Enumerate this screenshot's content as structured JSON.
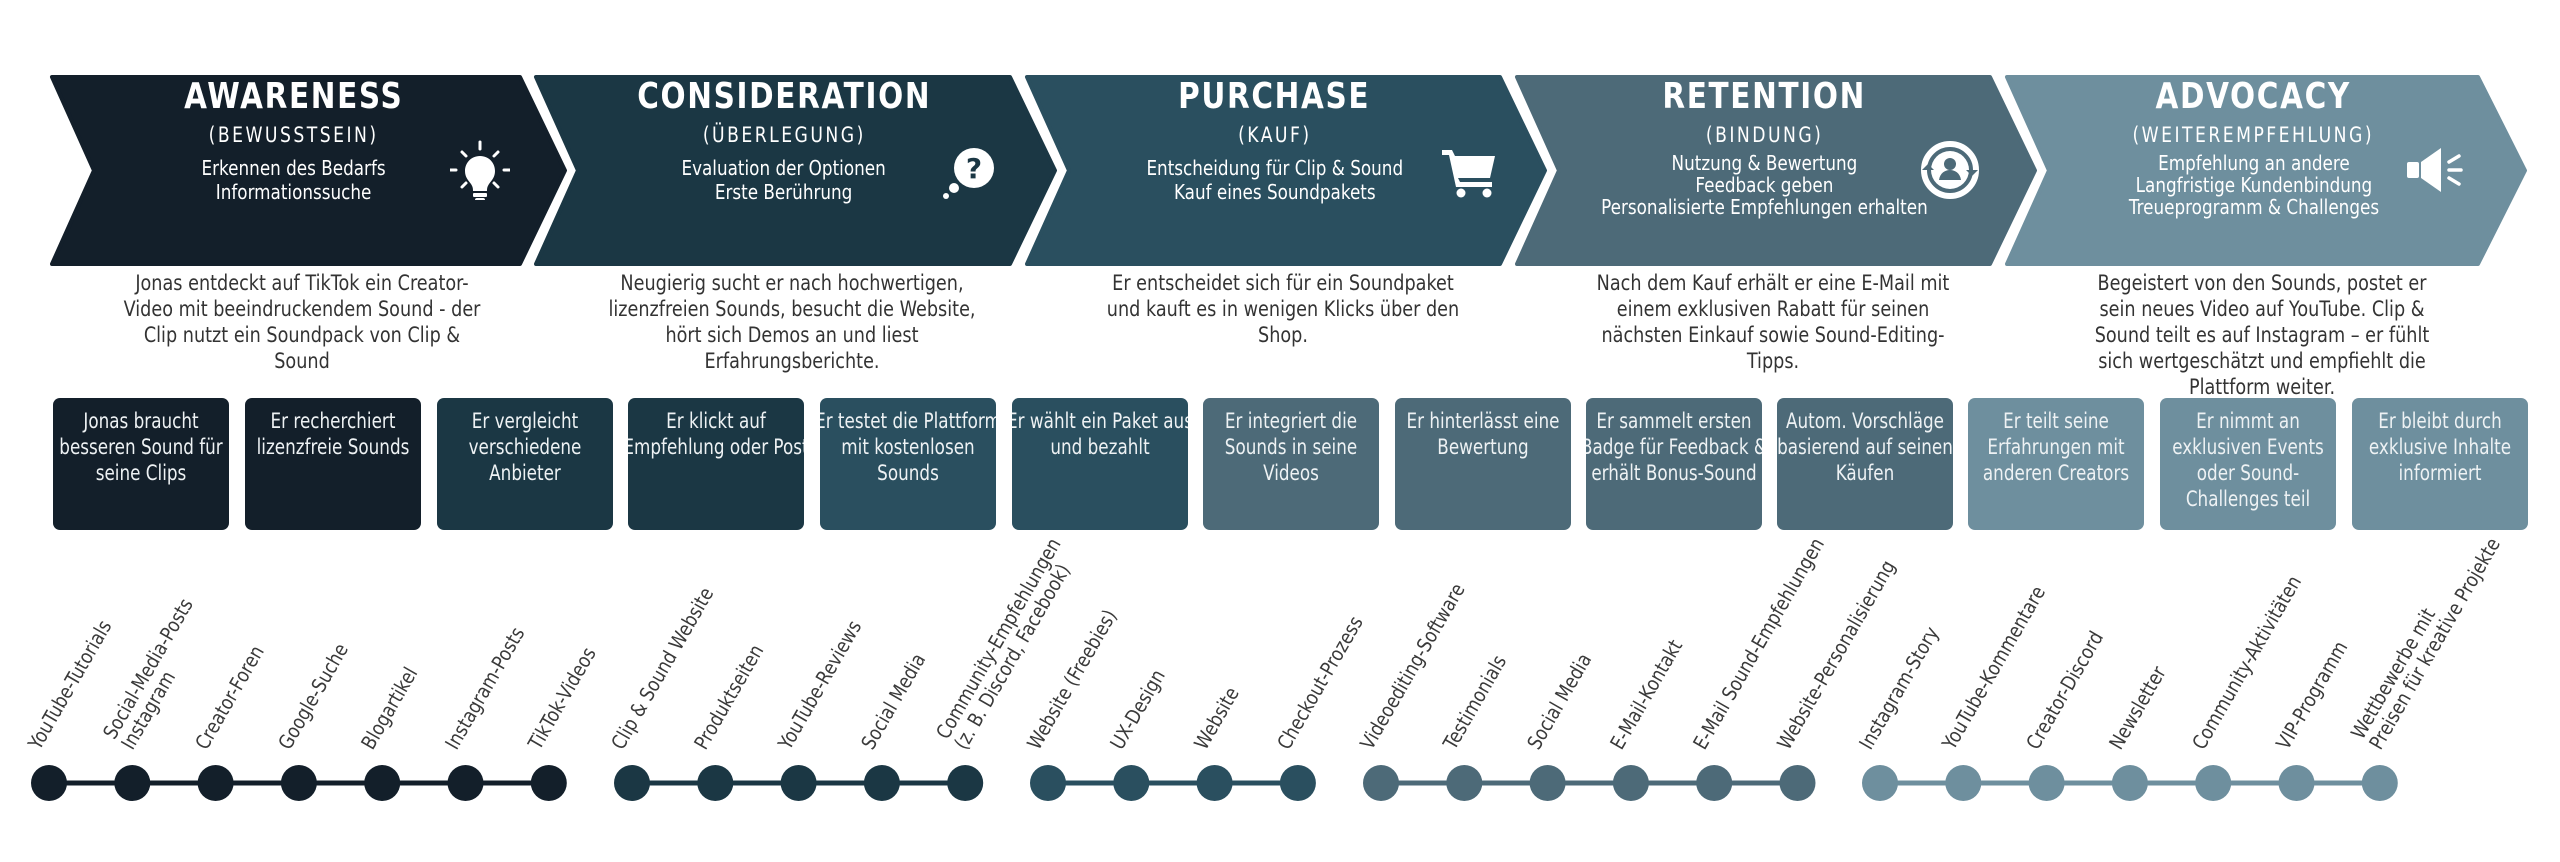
{
  "phases": [
    {
      "title": "AWARENESS",
      "subtitle": "(BEWUSSTSEIN)",
      "description": [
        "Erkennen des Bedarfs",
        "Informationssuche"
      ],
      "icon": "lightbulb-icon",
      "color": "#131f2a",
      "story": "Jonas entdeckt auf TikTok ein Creator-Video mit beeindruckendem Sound - der Clip nutzt ein Soundpack von Clip & Sound",
      "touchpoints": [
        "YouTube-Tutorials",
        "Social-Media-Posts\nInstagram",
        "Creator-Foren",
        "Google-Suche",
        "Blogartikel",
        "Instagram-Posts",
        "TikTok-Videos"
      ]
    },
    {
      "title": "CONSIDERATION",
      "subtitle": "(ÜBERLEGUNG)",
      "description": [
        "Evaluation der Optionen",
        "Erste Berührung"
      ],
      "icon": "thought-question-icon",
      "color": "#1b3744",
      "story": "Neugierig sucht er nach hochwertigen, lizenzfreien Sounds, besucht die Website, hört sich Demos an und liest Erfahrungsberichte.",
      "touchpoints": [
        "Clip & Sound Website",
        "Produktseiten",
        "YouTube-Reviews",
        "Social Media",
        "Community-Empfehlungen\n(z. B. Discord, Facebook)"
      ]
    },
    {
      "title": "PURCHASE",
      "subtitle": "(KAUF)",
      "description": [
        "Entscheidung für Clip & Sound",
        "Kauf eines Soundpakets"
      ],
      "icon": "shopping-cart-icon",
      "color": "#2a4f5f",
      "story": "Er entscheidet sich für ein Soundpaket und kauft es in wenigen Klicks über den Shop.",
      "touchpoints": [
        "Website (Freebies)",
        "UX-Design",
        "Website",
        "Checkout-Prozess"
      ]
    },
    {
      "title": "RETENTION",
      "subtitle": "(BINDUNG)",
      "description": [
        "Nutzung & Bewertung",
        "Feedback geben",
        "Personalisierte Empfehlungen erhalten"
      ],
      "icon": "user-cycle-icon",
      "color": "#4d6a78",
      "story": "Nach dem Kauf erhält er eine E-Mail mit einem exklusiven Rabatt für seinen nächsten Einkauf sowie Sound-Editing-Tipps.",
      "touchpoints": [
        "Videoediting-Software",
        "Testimonials",
        "Social Media",
        "E-Mail-Kontakt",
        "E-Mail Sound-Empfehlungen",
        "Website-Personalisierung"
      ]
    },
    {
      "title": "ADVOCACY",
      "subtitle": "(WEITEREMPFEHLUNG)",
      "description": [
        "Empfehlung an andere",
        "Langfristige Kundenbindung",
        "Treueprogramm & Challenges"
      ],
      "icon": "megaphone-icon",
      "color": "#6e8f9e",
      "story": "Begeistert von den Sounds, postet er sein neues Video auf YouTube. Clip & Sound teilt es auf Instagram – er fühlt sich wertgeschätzt und empfiehlt die Plattform weiter.",
      "touchpoints": [
        "Instagram-Story",
        "YouTube-Kommentare",
        "Creator-Discord",
        "Newsletter",
        "Community-Aktivitäten",
        "VIP-Programm",
        "Wettbewerbe mit\nPreisen für kreative Projekte"
      ]
    }
  ],
  "steps": [
    {
      "text": "Jonas braucht besseren Sound für seine Clips",
      "color": "#131f2a"
    },
    {
      "text": "Er recherchiert lizenzfreie Sounds",
      "color": "#131f2a"
    },
    {
      "text": "Er vergleicht verschiedene Anbieter",
      "color": "#1b3744"
    },
    {
      "text": "Er klickt auf Empfehlung oder Post",
      "color": "#1b3744"
    },
    {
      "text": "Er testet die Plattform mit kostenlosen Sounds",
      "color": "#2a4f5f"
    },
    {
      "text": "Er wählt ein Paket aus und bezahlt",
      "color": "#2a4f5f"
    },
    {
      "text": "Er integriert die Sounds in seine Videos",
      "color": "#4d6a78"
    },
    {
      "text": "Er hinterlässt eine Bewertung",
      "color": "#4d6a78"
    },
    {
      "text": "Er sammelt ersten Badge für Feedback & erhält Bonus-Sound",
      "color": "#4d6a78"
    },
    {
      "text": "Autom. Vorschläge basierend auf seinen Käufen",
      "color": "#4d6a78"
    },
    {
      "text": "Er teilt seine Erfahrungen mit anderen Creators",
      "color": "#6e8f9e"
    },
    {
      "text": "Er nimmt an exklusiven Events oder Sound-Challenges teil",
      "color": "#6e8f9e"
    },
    {
      "text": "Er bleibt durch exklusive Inhalte informiert",
      "color": "#6e8f9e"
    }
  ]
}
